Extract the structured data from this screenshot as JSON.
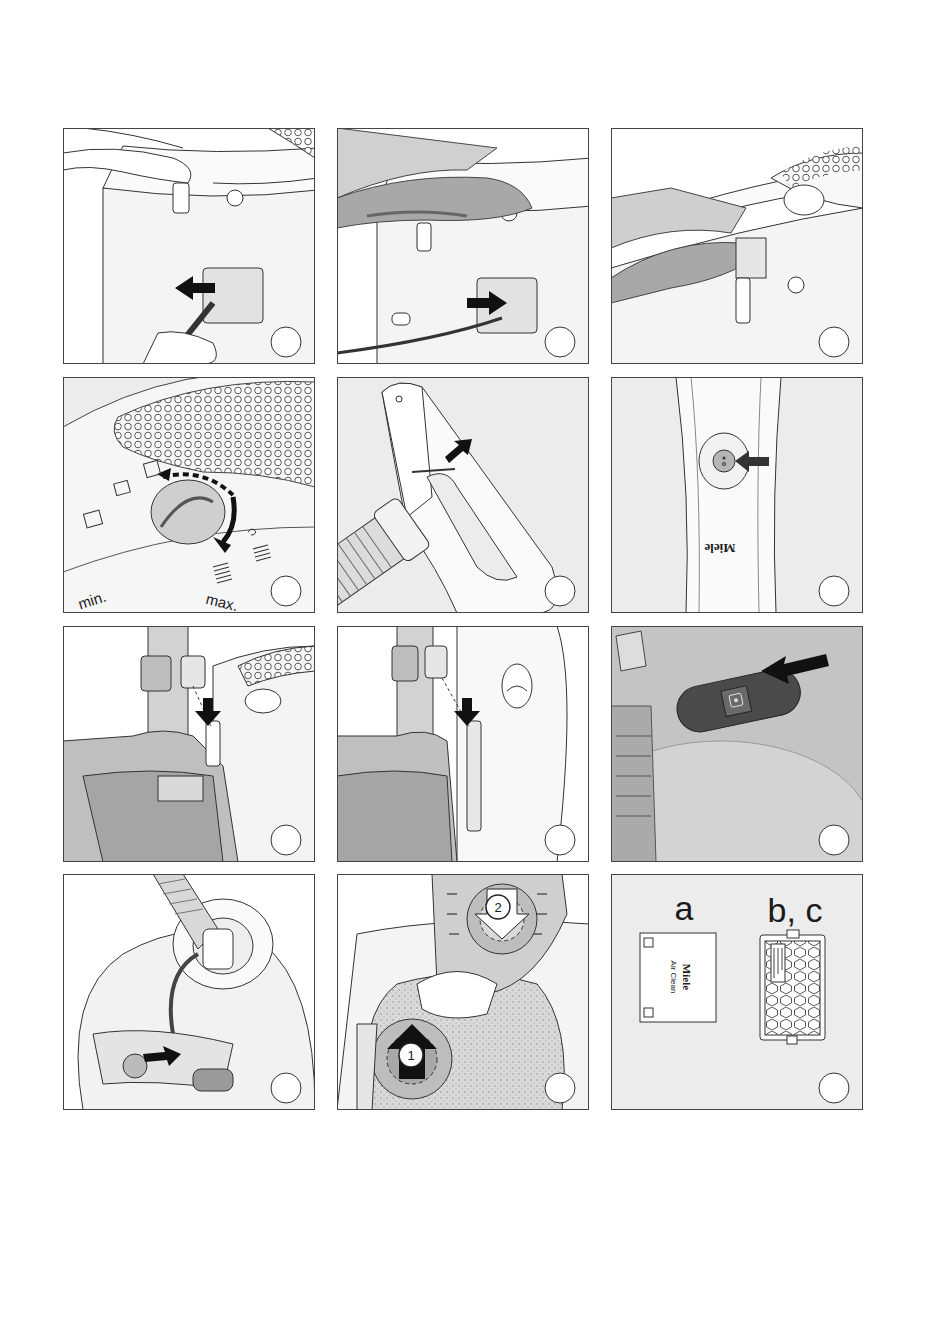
{
  "diagram": {
    "labels": [
      "min.",
      "max.",
      "Miele",
      "1",
      "2",
      "a",
      "b, c",
      "Miele",
      "Air Clean"
    ]
  }
}
